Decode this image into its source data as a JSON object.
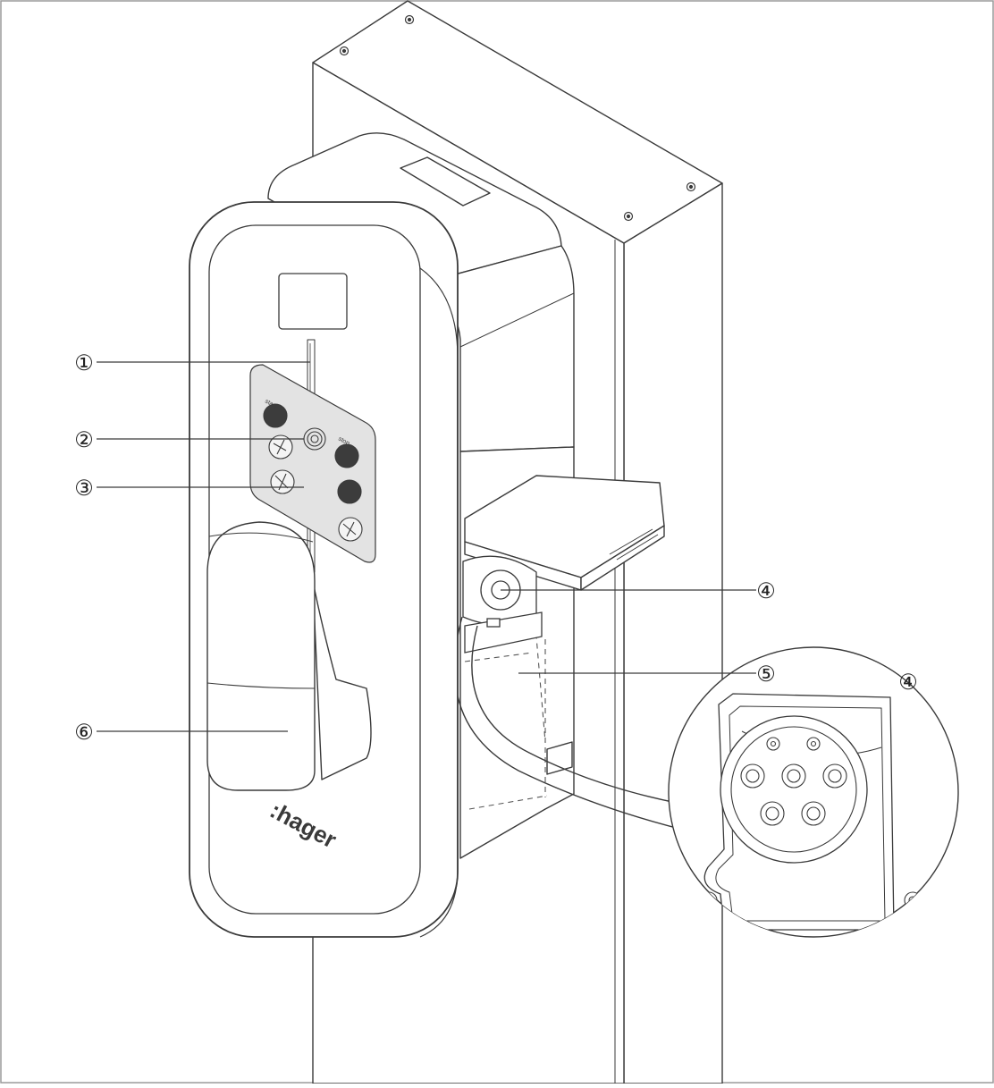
{
  "brand": {
    "logo_text": "hager",
    "logo_prefix": ":"
  },
  "panel": {
    "start_label": "start",
    "stop_label": "stop"
  },
  "callouts": [
    {
      "id": "1",
      "label": "①"
    },
    {
      "id": "2",
      "label": "②"
    },
    {
      "id": "3",
      "label": "③"
    },
    {
      "id": "4",
      "label": "④"
    },
    {
      "id": "5",
      "label": "⑤"
    },
    {
      "id": "6",
      "label": "⑥"
    },
    {
      "id": "4b",
      "label": "④"
    }
  ],
  "colors": {
    "line": "#3a3a3a",
    "panel_fill": "#e3e3e3",
    "button_dark": "#3c3c3c",
    "dash": "#555555"
  }
}
